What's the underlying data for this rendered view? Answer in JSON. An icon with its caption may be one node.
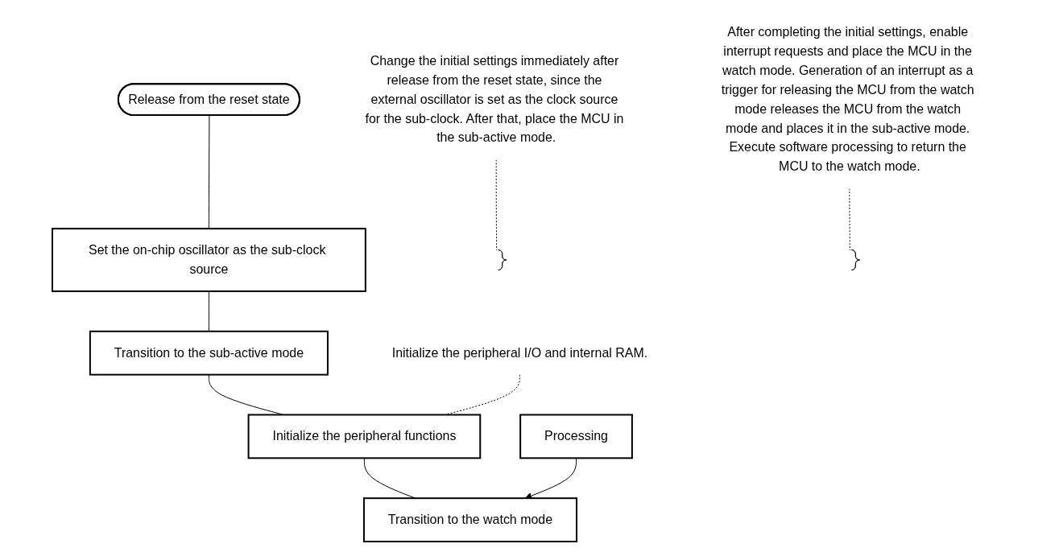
{
  "diagram": {
    "nodes": [
      {
        "text": [
          "Release from the reset state"
        ]
      },
      {
        "text": [
          "Set the on-chip oscillator as the sub-clock source"
        ]
      },
      {
        "text": [
          "Transition to the sub-active mode"
        ]
      },
      {
        "text": [
          "Initialize the peripheral functions"
        ]
      },
      {
        "text": [
          "Transition to the watch mode"
        ]
      },
      {
        "text": [
          "Processing"
        ]
      },
      {
        "text": [],
        "shape": "brace"
      },
      {
        "text": [
          "Change the initial settings immediately after release from the reset state, since the external oscillator is set as the clock source for the sub-clock. After that, place the MCU in the sub-active mode."
        ]
      },
      {
        "text": [
          "Initialize the peripheral I/O and internal RAM."
        ]
      },
      {
        "text": [],
        "shape": "brace"
      },
      {
        "text": [
          "After completing the initial settings, enable interrupt requests and place the MCU in the watch mode. Generation of an interrupt as a trigger for releasing the MCU from the watch mode releases the MCU from the watch mode and places it in the sub-active mode. Execute software processing to return the MCU to the watch mode."
        ]
      }
    ],
    "edges": [
      {
        "from": 0,
        "to": 1,
        "arrow": "none"
      },
      {
        "from": 1,
        "to": 2,
        "arrow": "none"
      },
      {
        "from": 2,
        "to": 3,
        "arrow": "none"
      },
      {
        "from": 3,
        "to": 4,
        "arrow": "none"
      },
      {
        "from": 5,
        "to": 4,
        "arrow": "to"
      },
      {
        "from": 7,
        "to": 6,
        "arrow": "none",
        "style": "dashed"
      },
      {
        "from": 8,
        "to": 3,
        "arrow": "none",
        "style": "dashed"
      },
      {
        "from": 10,
        "to": 9,
        "arrow": "none",
        "style": "dashed"
      }
    ]
  }
}
